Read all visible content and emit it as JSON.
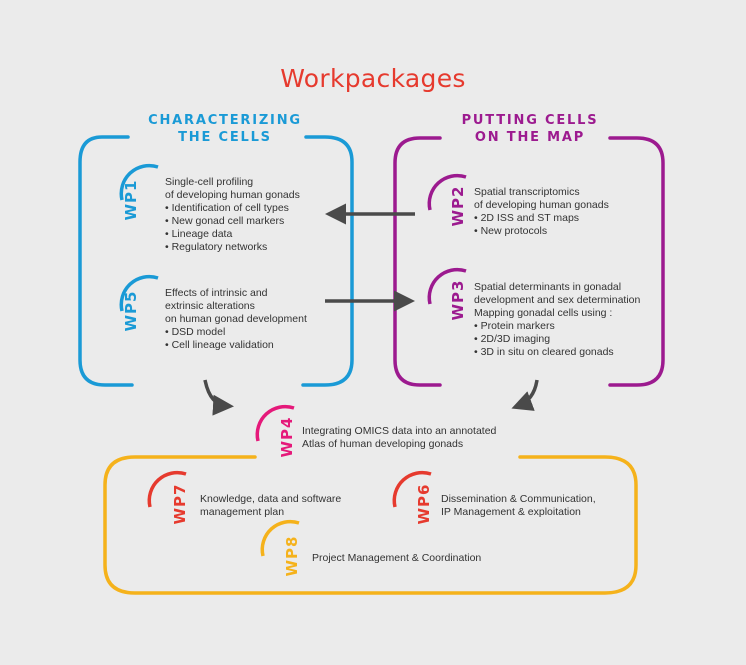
{
  "title": "Workpackages",
  "sections": {
    "characterizing": {
      "line1": "CHARACTERIZING",
      "line2": "THE CELLS",
      "color": "#1a9ad6"
    },
    "putting": {
      "line1": "PUTTING CELLS",
      "line2": "ON THE MAP",
      "color": "#9c1a8f"
    },
    "integration_color": "#f5b21b"
  },
  "workpackages": {
    "wp1": {
      "label": "WP1",
      "color": "#1a9ad6",
      "lines": [
        "Single-cell profiling",
        "of developing human gonads"
      ],
      "bullets": [
        "Identification of cell types",
        "New gonad cell markers",
        "Lineage data",
        "Regulatory networks"
      ]
    },
    "wp5": {
      "label": "WP5",
      "color": "#1a9ad6",
      "lines": [
        "Effects of intrinsic and",
        "extrinsic alterations",
        "on human gonad development"
      ],
      "bullets": [
        "DSD model",
        "Cell lineage validation"
      ]
    },
    "wp2": {
      "label": "WP2",
      "color": "#9c1a8f",
      "lines": [
        "Spatial transcriptomics",
        "of developing human gonads"
      ],
      "bullets": [
        "2D ISS and ST maps",
        "New protocols"
      ]
    },
    "wp3": {
      "label": "WP3",
      "color": "#9c1a8f",
      "lines": [
        "Spatial determinants in gonadal",
        "development and sex determination",
        "Mapping gonadal cells using :"
      ],
      "bullets": [
        "Protein markers",
        "2D/3D imaging",
        "3D in situ on cleared gonads"
      ]
    },
    "wp4": {
      "label": "WP4",
      "color": "#e5197a",
      "lines": [
        "Integrating OMICS data into an annotated",
        "Atlas of human developing gonads"
      ]
    },
    "wp7": {
      "label": "WP7",
      "color": "#e63a2e",
      "lines": [
        "Knowledge, data and software",
        "management plan"
      ]
    },
    "wp6": {
      "label": "WP6",
      "color": "#e63a2e",
      "lines": [
        "Dissemination & Communication,",
        "IP Management & exploitation"
      ]
    },
    "wp8": {
      "label": "WP8",
      "color": "#f5b21b",
      "lines": [
        "Project Management & Coordination"
      ]
    }
  },
  "arrow_color": "#4a4a4a"
}
